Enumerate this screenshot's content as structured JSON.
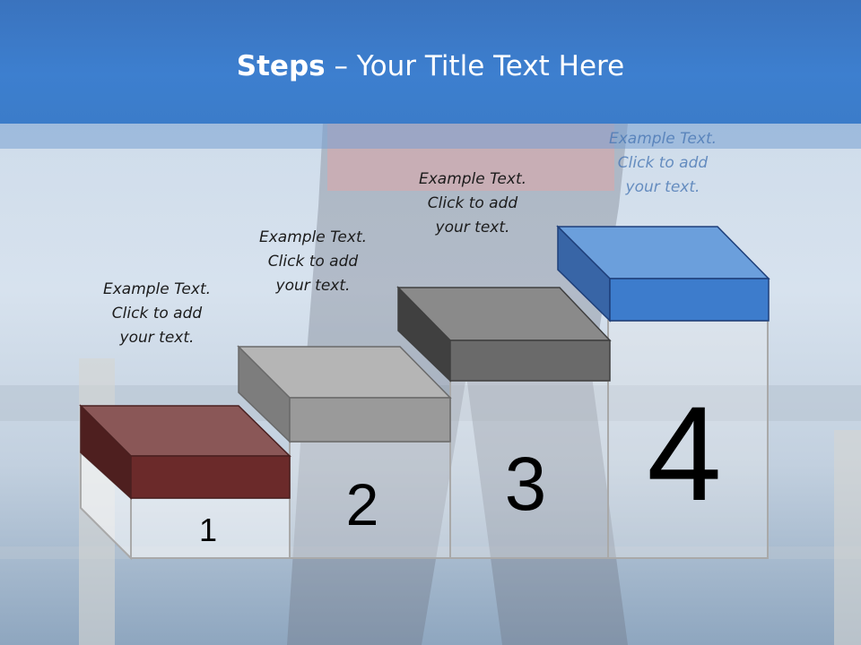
{
  "slide": {
    "title_bold": "Steps",
    "title_rest": " – Your Title Text Here"
  },
  "steps": [
    {
      "number": "1",
      "line1": "Example Text.",
      "line2": "Click  to add",
      "line3": "your text.",
      "color": "#6b2a2a"
    },
    {
      "number": "2",
      "line1": "Example Text.",
      "line2": "Click  to add",
      "line3": "your text.",
      "color": "#a6a6a6"
    },
    {
      "number": "3",
      "line1": "Example Text.",
      "line2": "Click  to add",
      "line3": "your text.",
      "color": "#6e6e6e"
    },
    {
      "number": "4",
      "line1": "Example Text.",
      "line2": "Click  to add",
      "line3": "your text.",
      "color": "#3d7ccc"
    }
  ],
  "colors": {
    "header": "#3b7cc9",
    "title_text": "#ffffff"
  }
}
